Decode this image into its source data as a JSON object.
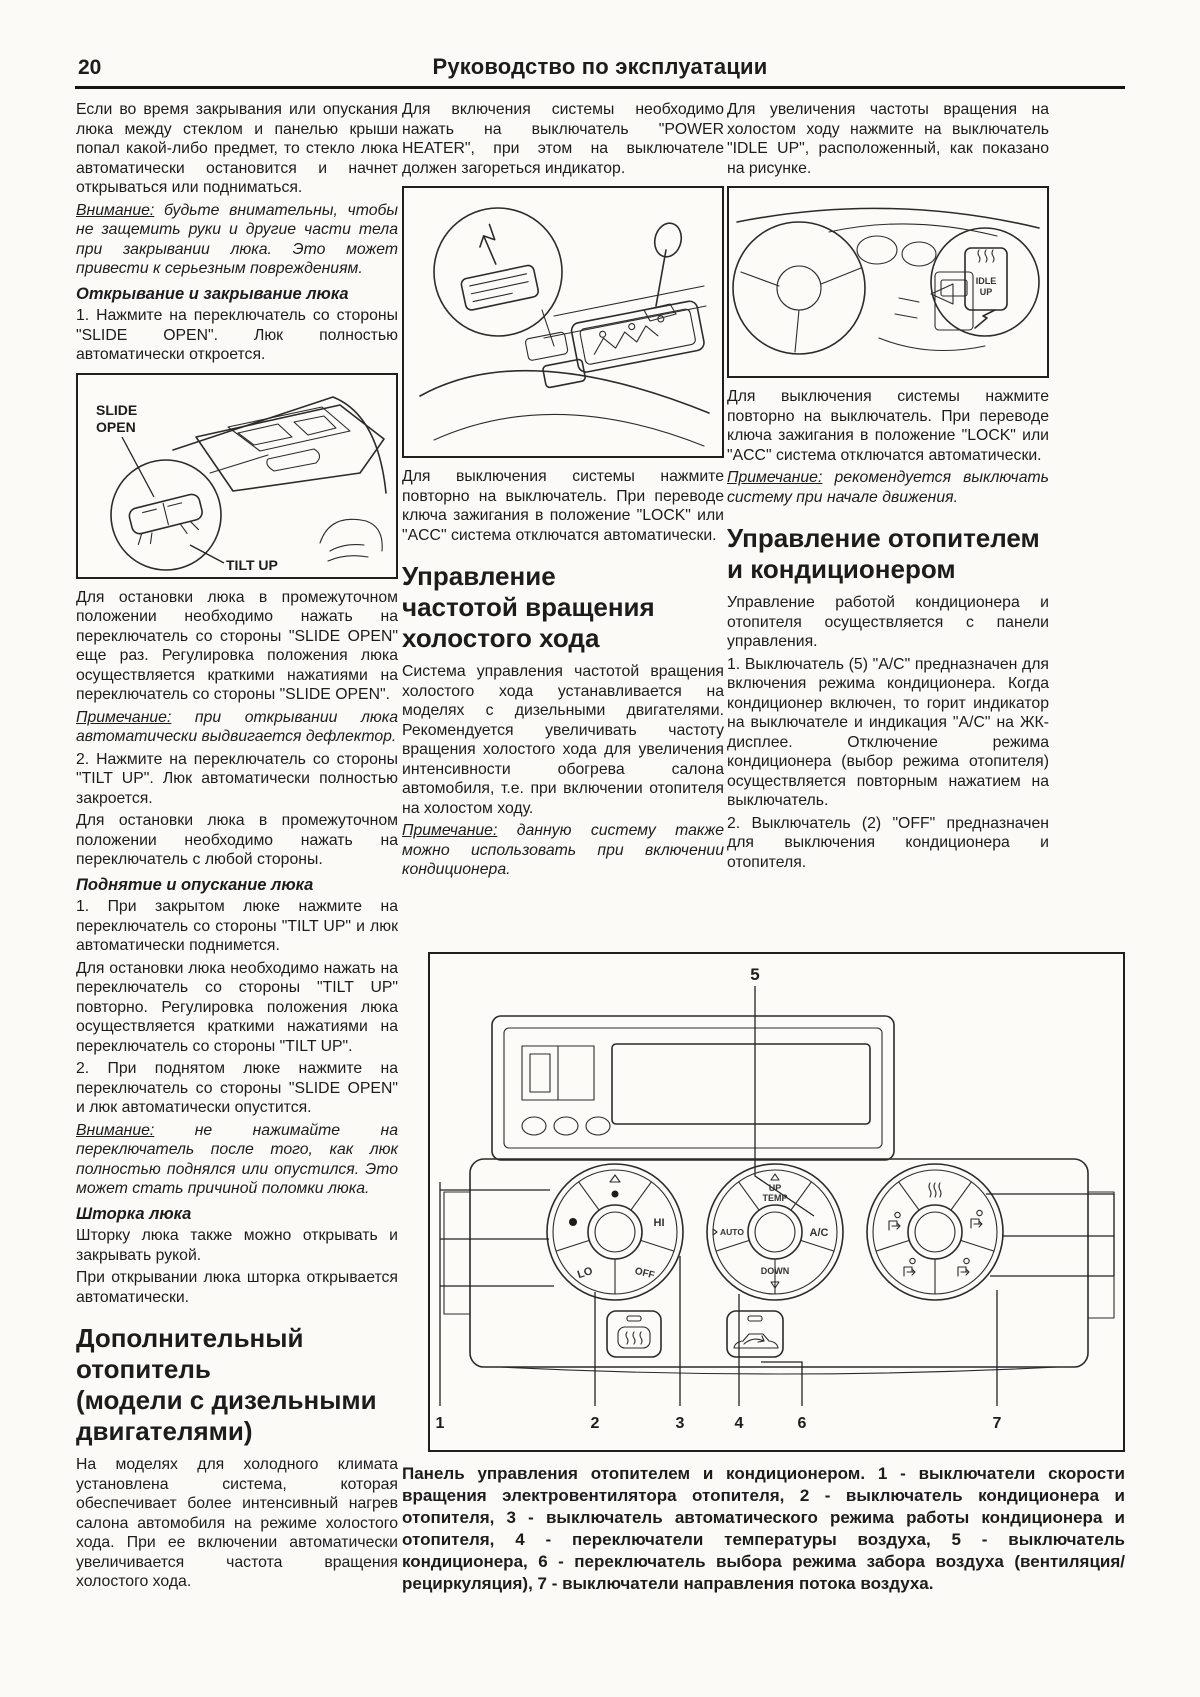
{
  "page": {
    "number": "20",
    "title": "Руководство по эксплуатации"
  },
  "left": {
    "p1": "Если во время закрывания или опускания люка между стеклом и панелью крыши попал какой-либо предмет, то стекло люка автоматически остановится и начнет открываться или подниматься.",
    "warn1_label": "Внимание:",
    "warn1_text": "будьте внимательны, чтобы не защемить руки и другие части тела при закрывании люка. Это может привести к серьезным повреждениям.",
    "h1": "Открывание и закрывание люка",
    "p2": "1. Нажмите на переключатель со стороны \"SLIDE OPEN\". Люк полностью автоматически откроется.",
    "fig1": {
      "slide1": "SLIDE",
      "slide2": "OPEN",
      "tilt": "TILT UP"
    },
    "p3": "Для остановки люка в промежуточном положении необходимо нажать на переключатель со стороны \"SLIDE OPEN\" еще раз. Регулировка положения люка осуществляется краткими нажатиями на переключатель со стороны \"SLIDE OPEN\".",
    "note1_label": "Примечание:",
    "note1_text": "при открывании люка автоматически выдвигается дефлектор.",
    "p4": "2. Нажмите на переключатель со стороны \"TILT UP\". Люк автоматически полностью закроется.",
    "p5": "Для остановки люка в промежуточном положении необходимо нажать на переключатель с любой стороны.",
    "h2": "Поднятие и опускание люка",
    "p6": "1. При закрытом люке нажмите на переключатель со стороны \"TILT UP\" и люк автоматически поднимется.",
    "p7": "Для остановки люка необходимо нажать на переключатель со стороны \"TILT UP\" повторно. Регулировка положения люка осуществляется краткими нажатиями на переключатель со стороны \"TILT UP\".",
    "p8": "2. При поднятом люке нажмите на переключатель со стороны \"SLIDE OPEN\" и люк автоматически опустится.",
    "warn2_label": "Внимание:",
    "warn2_text": "не нажимайте на переключатель после того, как люк полностью поднялся или опустился. Это может стать причиной поломки люка.",
    "h3": "Шторка люка",
    "p9": "Шторку люка также можно открывать и закрывать рукой.",
    "p10": "При открывании люка шторка открывается автоматически.",
    "h4_lines": [
      "Дополнительный",
      "отопитель",
      "(модели с дизельными",
      "двигателями)"
    ],
    "p11": "На моделях для холодного климата установлена система, которая обеспечивает более интенсивный нагрев салона автомобиля на режиме холостого хода. При ее включении автоматически увеличивается частота вращения холостого хода."
  },
  "middle": {
    "p1": "Для включения системы необходимо нажать на выключатель \"POWER HEATER\", при этом на выключателе должен загореться индикатор.",
    "p2": "Для выключения системы нажмите повторно на выключатель. При переводе ключа зажигания в положение \"LOCK\" или \"ACC\" система отключатся автоматически.",
    "h1_lines": [
      "Управление",
      "частотой вращения",
      "холостого хода"
    ],
    "p3": "Система управления частотой вращения холостого хода устанавливается на моделях с дизельными двигателями. Рекомендуется увеличивать частоту вращения холостого хода для увеличения интенсивности обогрева салона автомобиля, т.е. при включении отопителя на холостом ходу.",
    "note_label": "Примечание:",
    "note_text": "данную систему также можно использовать при включении кондиционера."
  },
  "right": {
    "p1": "Для увеличения частоты вращения на холостом ходу нажмите на выключатель \"IDLE UP\", расположенный, как показано на рисунке.",
    "fig3": {
      "idle1": "IDLE",
      "idle2": "UP"
    },
    "p2": "Для выключения системы нажмите повторно на выключатель. При переводе ключа зажигания в положение \"LOCK\" или \"ACC\" система отключатся автоматически.",
    "note_label": "Примечание:",
    "note_text": "рекомендуется выключать систему при начале движения.",
    "h1_lines": [
      "Управление отопителем",
      "и кондиционером"
    ],
    "p3": "Управление работой кондиционера и отопителя осуществляется с панели управления.",
    "p4": "1. Выключатель (5) \"A/C\" предназначен для включения режима кондиционера. Когда кондиционер включен, то горит индикатор на выключателе и индикация \"A/C\" на ЖК-дисплее. Отключение режима кондиционера (выбор режима отопителя) осуществляется повторным нажатием на выключатель.",
    "p5": "2. Выключатель (2) \"OFF\" предназначен для выключения кондиционера и отопителя."
  },
  "panel": {
    "callout5": "5",
    "callout1": "1",
    "callout2": "2",
    "callout3": "3",
    "callout4": "4",
    "callout6": "6",
    "callout7": "7",
    "dial1_hi": "HI",
    "dial1_lo": "LO",
    "dial1_off": "OFF",
    "dial2_up": "UP",
    "dial2_temp": "TEMP",
    "dial2_auto": "AUTO",
    "dial2_ac": "A/C",
    "dial2_down": "DOWN"
  },
  "caption": "Панель управления отопителем и кондиционером. 1 - выключатели скорости вращения электровентилятора отопителя, 2 - выключатель кондиционера и отопителя, 3 - выключатель автоматического режима работы кондиционера и отопителя, 4 - переключатели температуры воздуха, 5 - выключатель кондиционера, 6 - переключатель выбора режима забора воздуха (вентиляция/рециркуляция), 7 - выключатели направления потока воздуха."
}
